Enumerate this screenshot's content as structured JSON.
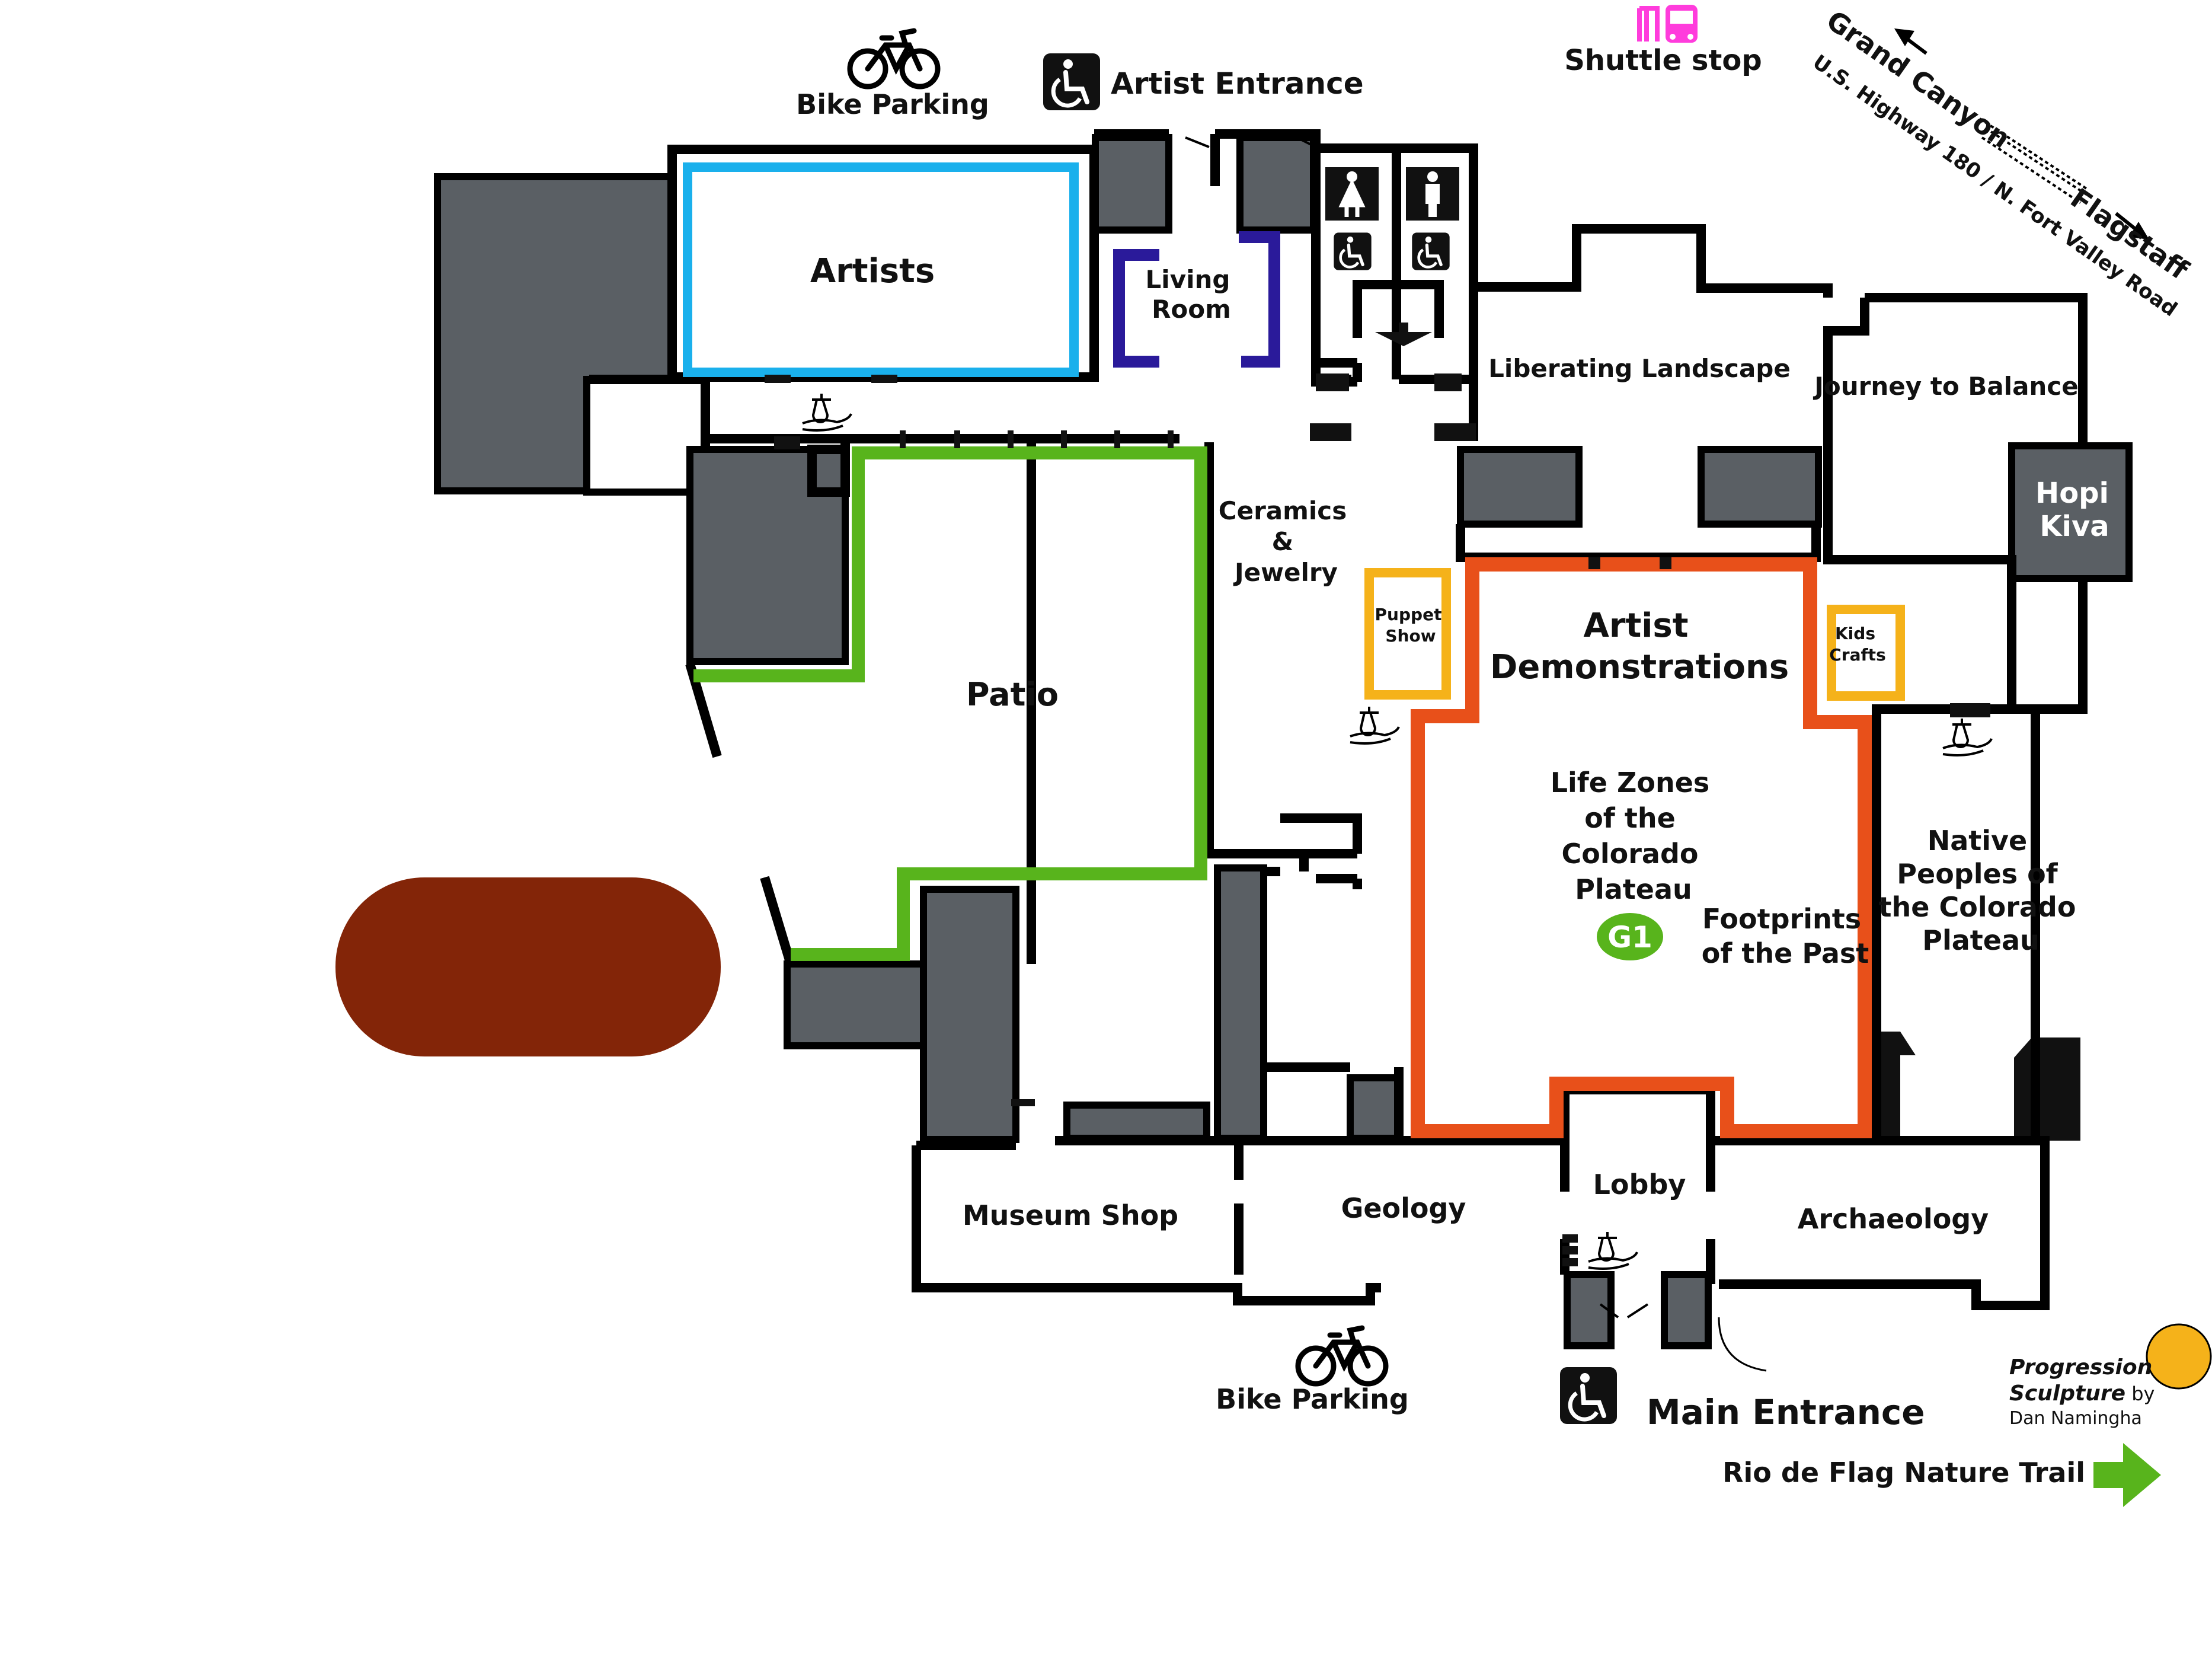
{
  "colors": {
    "wall": "#000000",
    "storage": "#5a5f64",
    "artists_outline": "#1ab0ec",
    "living_room_outline": "#2a1a9a",
    "patio_outline": "#58b41c",
    "demonstrations_outline": "#e8501a",
    "activity_outline": "#f5b21a",
    "amphitheater": "#832508",
    "shuttle": "#ff3cdc",
    "gallery_badge": "#58b41c",
    "sculpture": "#f5b21a",
    "trail_arrow": "#58b41c"
  },
  "labels": {
    "bike_parking_top": "Bike Parking",
    "artist_entrance": "Artist Entrance",
    "shuttle_stop": "Shuttle stop",
    "grand_canyon": "Grand Canyon",
    "highway": "U.S. Highway 180 / N. Fort Valley Road",
    "flagstaff": "Flagstaff",
    "artists": "Artists",
    "living_room_1": "Living",
    "living_room_2": "Room",
    "liberating_landscape": "Liberating Landscape",
    "journey_to_balance": "Journey to Balance",
    "hopi_kiva_1": "Hopi",
    "hopi_kiva_2": "Kiva",
    "ceramics_1": "Ceramics",
    "ceramics_2": "&",
    "ceramics_3": "Jewelry",
    "puppet_show_1": "Puppet",
    "puppet_show_2": "Show",
    "artist_demonstrations_1": "Artist",
    "artist_demonstrations_2": "Demonstrations",
    "kids_crafts_1": "Kids",
    "kids_crafts_2": "Crafts",
    "patio": "Patio",
    "life_zones_1": "Life Zones",
    "life_zones_2": "of the",
    "life_zones_3": "Colorado",
    "life_zones_4": "Plateau",
    "gallery_badge": "G1",
    "footprints_1": "Footprints",
    "footprints_2": "of the Past",
    "native_peoples_1": "Native",
    "native_peoples_2": "Peoples of",
    "native_peoples_3": "the Colorado",
    "native_peoples_4": "Plateau",
    "museum_shop": "Museum Shop",
    "geology": "Geology",
    "lobby": "Lobby",
    "archaeology": "Archaeology",
    "bike_parking_bottom": "Bike Parking",
    "main_entrance": "Main Entrance",
    "progression_1": "Progression",
    "progression_2": "Sculpture",
    "progression_by": " by",
    "progression_artist": "Dan Namingha",
    "nature_trail": "Rio de Flag Nature Trail"
  },
  "icons": {
    "bike": "bicycle-icon",
    "accessible": "wheelchair-icon",
    "shuttle": "shuttle-bus-icon",
    "restroom_women": "women-restroom-icon",
    "restroom_men": "men-restroom-icon",
    "hand_sanitizer": "hand-sanitizer-icon",
    "arrow": "direction-arrow-icon"
  }
}
